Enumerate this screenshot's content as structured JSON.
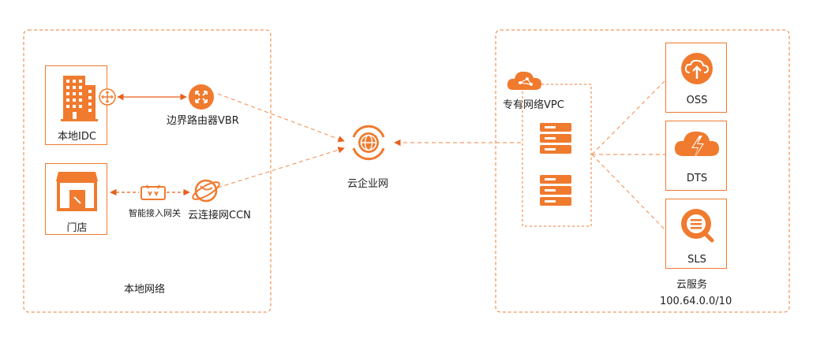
{
  "local_network": {
    "title": "本地网络",
    "idc_label": "本地IDC",
    "store_label": "门店",
    "vbr_label": "边界路由器VBR",
    "gateway_label": "智能接入网关",
    "ccn_label": "云连接网CCN"
  },
  "center": {
    "cen_label": "云企业网"
  },
  "cloud_side": {
    "vpc_label": "专有网络VPC",
    "services_title": "云服务",
    "cidr": "100.64.0.0/10",
    "services": [
      {
        "label": "OSS",
        "icon": "oss-icon"
      },
      {
        "label": "DTS",
        "icon": "dts-icon"
      },
      {
        "label": "SLS",
        "icon": "sls-icon"
      }
    ]
  },
  "colors": {
    "accent": "#f07a2e",
    "accent_dark": "#e8601c",
    "line": "#f39b62"
  }
}
